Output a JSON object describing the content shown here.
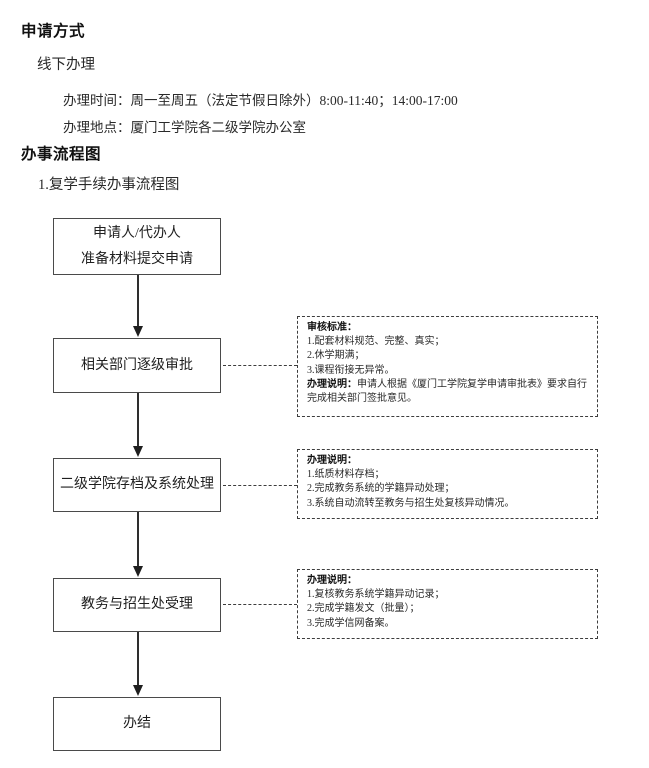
{
  "doc": {
    "apply_method_heading": "申请方式",
    "offline_label": "线下办理",
    "time_label": "办理时间：",
    "time_value": "周一至周五（法定节假日除外）8:00-11:40；14:00-17:00",
    "place_label": "办理地点：",
    "place_value": "厦门工学院各二级学院办公室",
    "flow_section_heading": "办事流程图",
    "flow_caption": "1.复学手续办事流程图"
  },
  "flowchart": {
    "nodes": [
      {
        "line1": "申请人/代办人",
        "line2": "准备材料提交申请"
      },
      {
        "line1": "相关部门逐级审批"
      },
      {
        "line1": "二级学院存档及系统处理"
      },
      {
        "line1": "教务与招生处受理"
      },
      {
        "line1": "办结"
      }
    ],
    "annotations": [
      {
        "title": "审核标准：",
        "items": [
          "1.配套材料规范、完整、真实；",
          "2.休学期满；",
          "3.课程衔接无异常。"
        ],
        "note_label": "办理说明：",
        "note_text": "申请人根据《厦门工学院复学申请审批表》要求自行完成相关部门签批意见。"
      },
      {
        "title": "办理说明：",
        "items": [
          "1.纸质材料存档；",
          "2.完成教务系统的学籍异动处理；",
          "3.系统自动流转至教务与招生处复核异动情况。"
        ]
      },
      {
        "title": "办理说明：",
        "items": [
          "1.复核教务系统学籍异动记录；",
          "2.完成学籍发文（批量）；",
          "3.完成学信网备案。"
        ]
      }
    ]
  }
}
